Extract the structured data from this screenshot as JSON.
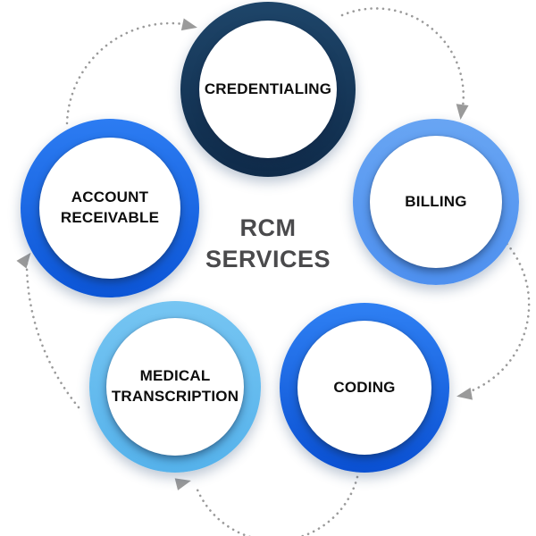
{
  "diagram": {
    "background_color": "#FFFFFF",
    "center_label": {
      "text": "RCM SERVICES",
      "color": "#4A4A4C"
    },
    "nodes": [
      {
        "id": "credentialing",
        "label": "CREDENTIALING",
        "ring_top": "#1E4569",
        "ring_bottom": "#0F2B4A"
      },
      {
        "id": "billing",
        "label": "BILLING",
        "ring_top": "#68A5F3",
        "ring_bottom": "#4E90EF"
      },
      {
        "id": "coding",
        "label": "CODING",
        "ring_top": "#2F80F3",
        "ring_bottom": "#0A50D2"
      },
      {
        "id": "medical-transcription",
        "label": "MEDICAL TRANSCRIPTION",
        "ring_top": "#76C5F2",
        "ring_bottom": "#55B2EB"
      },
      {
        "id": "account-receivable",
        "label": "ACCOUNT RECEIVABLE",
        "ring_top": "#2C7CF2",
        "ring_bottom": "#0C55D6"
      }
    ],
    "connectors": {
      "style": "dotted",
      "direction": "clockwise",
      "dot_color": "#9A9A9A",
      "arrow_color": "#9A9A9A"
    }
  }
}
